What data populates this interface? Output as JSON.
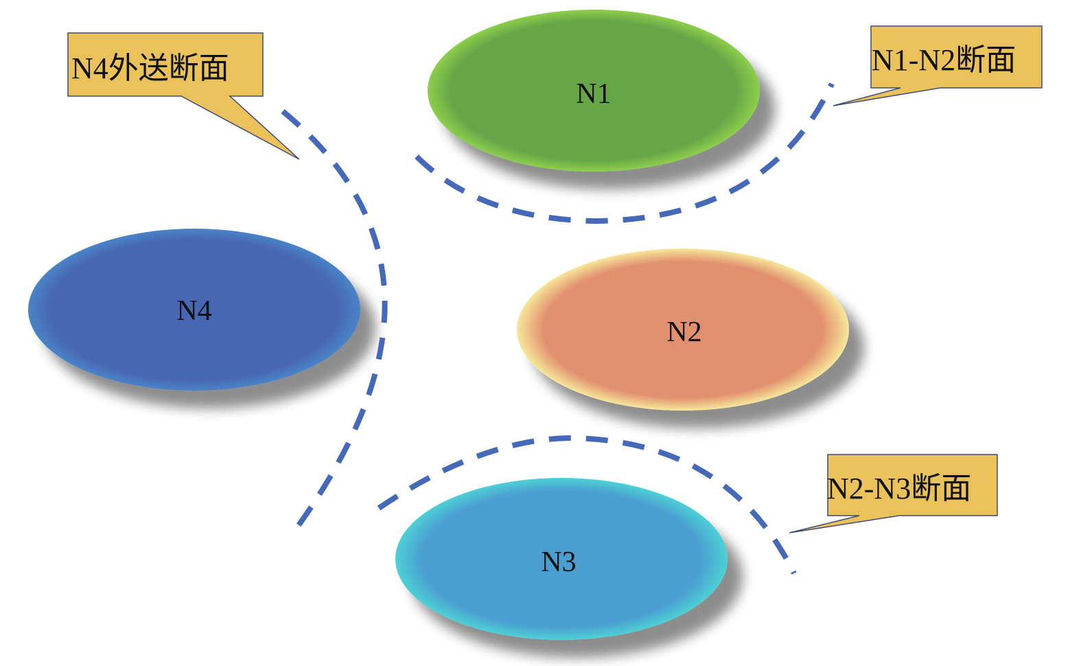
{
  "colors": {
    "boundary": "#4668b9",
    "callout_fill": "#ebc25a",
    "callout_stroke": "#3c4a78",
    "n1_fill": "#66a647",
    "n1_edge": "#8ccf4c",
    "n2_fill": "#e2916f",
    "n2_edge": "#f6e79a",
    "n3_fill": "#4b9fd0",
    "n3_edge": "#4ed0d6",
    "n4_fill": "#4766b3",
    "n4_edge": "#4a83c8"
  },
  "nodes": {
    "n1": {
      "label": "N1"
    },
    "n2": {
      "label": "N2"
    },
    "n3": {
      "label": "N3"
    },
    "n4": {
      "label": "N4"
    }
  },
  "callouts": {
    "n4_outgoing": {
      "label": "N4外送断面"
    },
    "n1_n2": {
      "label": "N1-N2断面"
    },
    "n2_n3": {
      "label": "N2-N3断面"
    }
  }
}
